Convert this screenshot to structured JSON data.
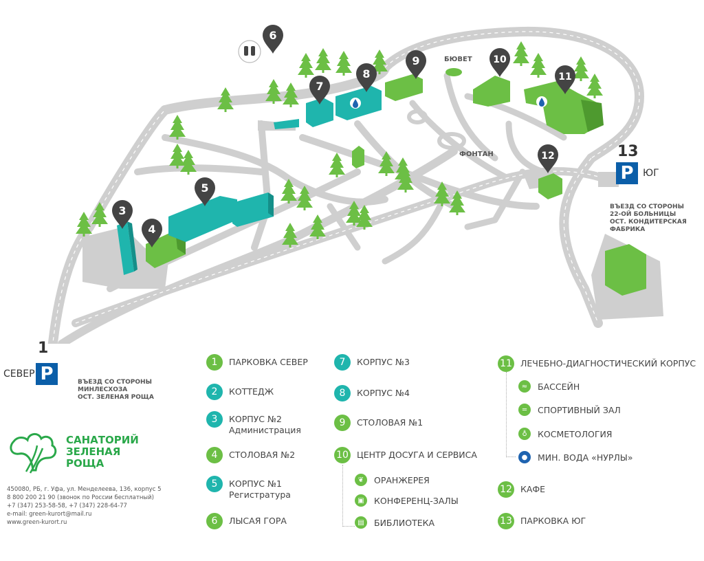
{
  "map": {
    "labels": {
      "byuvet": "БЮВЕТ",
      "fontan": "ФОНТАН"
    },
    "markers": [
      "3",
      "4",
      "5",
      "6",
      "7",
      "8",
      "9",
      "10",
      "11",
      "12"
    ],
    "parking_north": {
      "number": "1",
      "symbol": "P",
      "side": "СЕВЕР",
      "note": "ВЪЕЗД СО СТОРОНЫ\nМИНЛЕСХОЗА\nОСТ. ЗЕЛЕНАЯ РОЩА"
    },
    "parking_south": {
      "number": "13",
      "symbol": "P",
      "side": "ЮГ",
      "note": "ВЪЕЗД СО СТОРОНЫ\n22-ОЙ БОЛЬНИЦЫ\nОСТ. КОНДИТЕРСКАЯ\nФАБРИКА"
    }
  },
  "legend": {
    "col1": [
      {
        "num": "1",
        "label": "ПАРКОВКА СЕВЕР",
        "sub": "",
        "color": "green"
      },
      {
        "num": "2",
        "label": "КОТТЕДЖ",
        "sub": "",
        "color": "teal"
      },
      {
        "num": "3",
        "label": "КОРПУС №2",
        "sub": "Администрация",
        "color": "teal"
      },
      {
        "num": "4",
        "label": "СТОЛОВАЯ №2",
        "sub": "",
        "color": "green"
      },
      {
        "num": "5",
        "label": "КОРПУС №1",
        "sub": "Регистратура",
        "color": "teal"
      },
      {
        "num": "6",
        "label": "ЛЫСАЯ ГОРА",
        "sub": "",
        "color": "green"
      }
    ],
    "col2": [
      {
        "num": "7",
        "label": "КОРПУС №3",
        "color": "teal"
      },
      {
        "num": "8",
        "label": "КОРПУС №4",
        "color": "teal"
      },
      {
        "num": "9",
        "label": "СТОЛОВАЯ №1",
        "color": "green"
      },
      {
        "num": "10",
        "label": "ЦЕНТР ДОСУГА И СЕРВИСА",
        "color": "green"
      }
    ],
    "col2_sub": [
      {
        "icon": "leaf-icon",
        "label": "ОРАНЖЕРЕЯ"
      },
      {
        "icon": "briefcase-icon",
        "label": "КОНФЕРЕНЦ-ЗАЛЫ"
      },
      {
        "icon": "book-icon",
        "label": "БИБЛИОТЕКА"
      }
    ],
    "col3": [
      {
        "num": "11",
        "label": "ЛЕЧЕБНО-ДИАГНОСТИЧЕСКИЙ КОРПУС",
        "color": "green"
      },
      {
        "num": "12",
        "label": "КАФЕ",
        "color": "green"
      },
      {
        "num": "13",
        "label": "ПАРКОВКА ЮГ",
        "color": "green"
      }
    ],
    "col3_sub": [
      {
        "icon": "swimmer-icon",
        "label": "БАССЕЙН"
      },
      {
        "icon": "dumbbell-icon",
        "label": "СПОРТИВНЫЙ ЗАЛ"
      },
      {
        "icon": "cosmetics-icon",
        "label": "КОСМЕТОЛОГИЯ"
      },
      {
        "icon": "water-drop-icon",
        "label": "МИН. ВОДА «НУРЛЫ»"
      }
    ]
  },
  "logo": {
    "line1": "САНАТОРИЙ",
    "line2": "ЗЕЛЕНАЯ",
    "line3": "РОЩА"
  },
  "contacts": [
    "450080, РБ, г. Уфа, ул. Менделеева, 136, корпус 5",
    "8 800 200 21 90 (звонок по России бесплатный)",
    "+7 (347) 253-58-58, +7 (347) 228-64-77",
    "e-mail:  green-kurort@mail.ru",
    "www.green-kurort.ru"
  ],
  "colors": {
    "green": "#6cbf45",
    "teal": "#1fb5ad",
    "parking": "#0b5ea8",
    "road": "#cfcfcf",
    "marker": "#444444"
  }
}
